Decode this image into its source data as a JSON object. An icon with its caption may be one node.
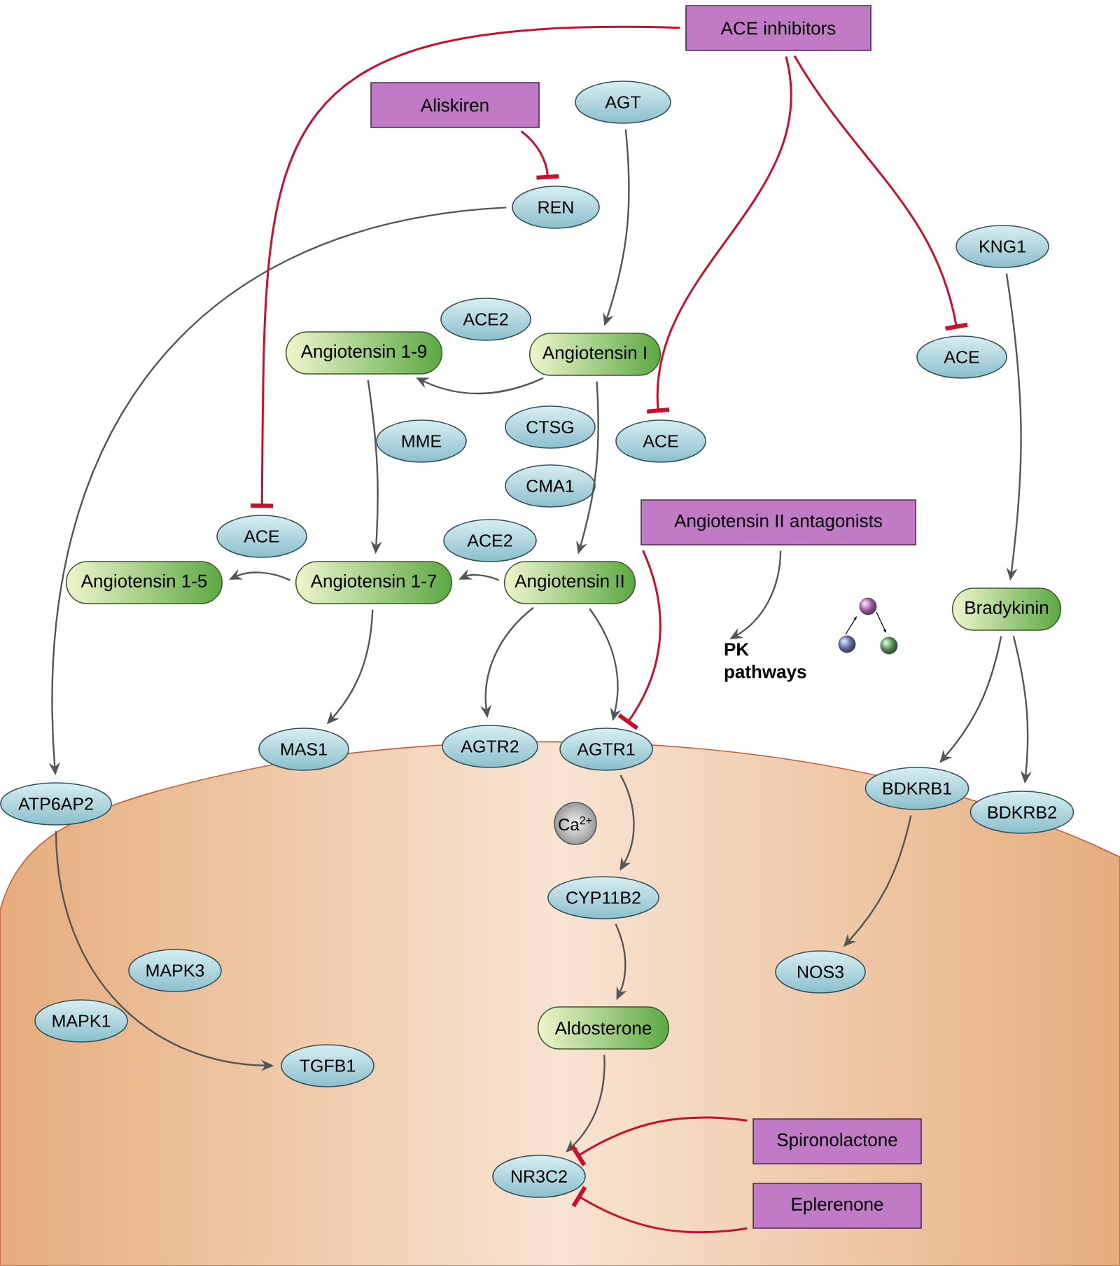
{
  "diagram": {
    "nodes": [
      {
        "text": [
          "ACE inhibitors"
        ]
      },
      {
        "text": [
          "Aliskiren"
        ]
      },
      {
        "text": [
          "AGT"
        ]
      },
      {
        "text": [
          "REN"
        ]
      },
      {
        "text": [
          "KNG1"
        ]
      },
      {
        "text": [
          "ACE2"
        ]
      },
      {
        "text": [
          "Angiotensin 1-9"
        ]
      },
      {
        "text": [
          "Angiotensin I"
        ]
      },
      {
        "text": [
          "ACE"
        ]
      },
      {
        "text": [
          "MME"
        ]
      },
      {
        "text": [
          "CTSG"
        ]
      },
      {
        "text": [
          "CMA1"
        ]
      },
      {
        "text": [
          "ACE"
        ]
      },
      {
        "text": [
          "Angiotensin II antagonists"
        ]
      },
      {
        "text": [
          "ACE"
        ]
      },
      {
        "text": [
          "ACE2"
        ]
      },
      {
        "text": [
          "Angiotensin 1-5"
        ]
      },
      {
        "text": [
          "Angiotensin 1-7"
        ]
      },
      {
        "text": [
          "Angiotensin II"
        ]
      },
      {
        "text": [
          "PK pathways"
        ]
      },
      {
        "text": [
          "Bradykinin"
        ]
      },
      {
        "text": [
          "ATP6AP2"
        ]
      },
      {
        "text": [
          "MAS1"
        ]
      },
      {
        "text": [
          "AGTR2"
        ]
      },
      {
        "text": [
          "AGTR1"
        ]
      },
      {
        "text": [
          "BDKRB1"
        ]
      },
      {
        "text": [
          "BDKRB2"
        ]
      },
      {
        "text": [
          "Ca$^{2+}$"
        ]
      },
      {
        "text": [
          "CYP11B2"
        ]
      },
      {
        "text": [
          "MAPK3"
        ]
      },
      {
        "text": [
          "MAPK1"
        ]
      },
      {
        "text": [
          "TGFB1"
        ]
      },
      {
        "text": [
          "NOS3"
        ]
      },
      {
        "text": [
          "Aldosterone"
        ]
      },
      {
        "text": [
          "NR3C2"
        ]
      },
      {
        "text": [
          "Spironolactone"
        ]
      },
      {
        "text": [
          "Eplerenone"
        ]
      }
    ],
    "edges": [
      {
        "from": 0,
        "to": 14,
        "arrow": "other",
        "color": "#c8102e"
      },
      {
        "from": 0,
        "to": 12,
        "arrow": "other",
        "color": "#c8102e"
      },
      {
        "from": 0,
        "to": 8,
        "arrow": "other",
        "color": "#c8102e"
      },
      {
        "from": 1,
        "to": 3,
        "arrow": "other",
        "color": "#c8102e"
      },
      {
        "from": 2,
        "to": 7,
        "arrow": "to"
      },
      {
        "from": 3,
        "to": 21,
        "arrow": "to"
      },
      {
        "from": 7,
        "to": 6,
        "arrow": "to"
      },
      {
        "from": 6,
        "to": 17,
        "arrow": "to"
      },
      {
        "from": 7,
        "to": 18,
        "arrow": "to"
      },
      {
        "from": 18,
        "to": 17,
        "arrow": "to"
      },
      {
        "from": 17,
        "to": 16,
        "arrow": "to"
      },
      {
        "from": 17,
        "to": 22,
        "arrow": "to"
      },
      {
        "from": 18,
        "to": 23,
        "arrow": "to"
      },
      {
        "from": 18,
        "to": 24,
        "arrow": "to"
      },
      {
        "from": 13,
        "to": 24,
        "arrow": "other",
        "color": "#c8102e"
      },
      {
        "from": 13,
        "to": 19,
        "arrow": "to"
      },
      {
        "from": 4,
        "to": 20,
        "arrow": "to"
      },
      {
        "from": 20,
        "to": 25,
        "arrow": "to"
      },
      {
        "from": 20,
        "to": 26,
        "arrow": "to"
      },
      {
        "from": 24,
        "to": 28,
        "arrow": "to"
      },
      {
        "from": 28,
        "to": 33,
        "arrow": "to"
      },
      {
        "from": 33,
        "to": 34,
        "arrow": "to"
      },
      {
        "from": 21,
        "to": 31,
        "arrow": "to"
      },
      {
        "from": 25,
        "to": 32,
        "arrow": "to"
      },
      {
        "from": 35,
        "to": 34,
        "arrow": "other",
        "color": "#c8102e"
      },
      {
        "from": 36,
        "to": 34,
        "arrow": "other",
        "color": "#c8102e"
      }
    ]
  }
}
